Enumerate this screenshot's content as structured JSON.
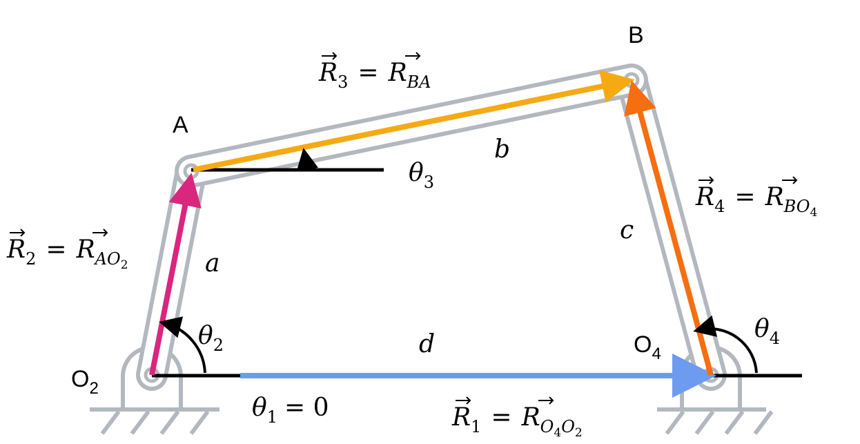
{
  "labels": {
    "A": "A",
    "B": "B",
    "O2": "O",
    "O2_sub": "2",
    "O4": "O",
    "O4_sub": "4",
    "a": "a",
    "b": "b",
    "c": "c",
    "d": "d",
    "R1": "R",
    "R1_sub": "1",
    "R1_eq": "=",
    "R1_rhs": "R",
    "R1_rhs_sub_O4": "O",
    "R1_rhs_sub_4": "4",
    "R1_rhs_sub_O2": "O",
    "R1_rhs_sub_2": "2",
    "R2": "R",
    "R2_sub": "2",
    "R2_eq": "=",
    "R2_rhs": "R",
    "R2_rhs_sub": "AO",
    "R2_rhs_sub_2": "2",
    "R3": "R",
    "R3_sub": "3",
    "R3_eq": "=",
    "R3_rhs": "R",
    "R3_rhs_sub": "BA",
    "R4": "R",
    "R4_sub": "4",
    "R4_eq": "=",
    "R4_rhs": "R",
    "R4_rhs_sub": "BO",
    "R4_rhs_sub_4": "4",
    "theta": "θ",
    "theta1_sub": "1",
    "theta1_eq": "= 0",
    "theta2_sub": "2",
    "theta3_sub": "3",
    "theta4_sub": "4"
  },
  "colors": {
    "link": "#b3b8bf",
    "r1": "#6d9bf0",
    "r2": "#d9267e",
    "r3": "#f5aa14",
    "r4": "#f56e0f",
    "black": "#000000"
  }
}
